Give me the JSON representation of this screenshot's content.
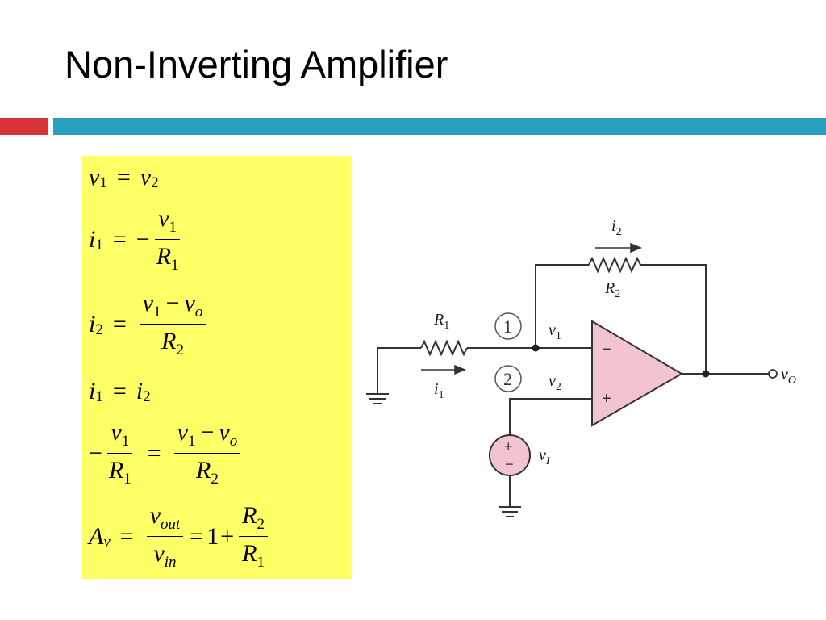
{
  "title": "Non-Inverting Amplifier",
  "colors": {
    "accent_red": "#d9333a",
    "accent_teal": "#2b9fbf",
    "equation_box": "#ffff66",
    "opamp_fill": "#f2c4d0",
    "source_fill": "#f2c4d0",
    "wire": "#333333"
  },
  "equations": {
    "eq1": {
      "lhs_var": "v",
      "lhs_sub": "1",
      "op": "=",
      "rhs_var": "v",
      "rhs_sub": "2"
    },
    "eq2": {
      "lhs_var": "i",
      "lhs_sub": "1",
      "op": "=",
      "sign": "−",
      "num_var": "v",
      "num_sub": "1",
      "den_var": "R",
      "den_sub": "1"
    },
    "eq3": {
      "lhs_var": "i",
      "lhs_sub": "2",
      "op": "=",
      "num_a_var": "v",
      "num_a_sub": "1",
      "num_minus": "−",
      "num_b_var": "v",
      "num_b_sub": "o",
      "den_var": "R",
      "den_sub": "2"
    },
    "eq4": {
      "lhs_var": "i",
      "lhs_sub": "1",
      "op": "=",
      "rhs_var": "i",
      "rhs_sub": "2"
    },
    "eq5": {
      "sign": "−",
      "l_num_var": "v",
      "l_num_sub": "1",
      "l_den_var": "R",
      "l_den_sub": "1",
      "op": "=",
      "r_num_a_var": "v",
      "r_num_a_sub": "1",
      "r_num_minus": "−",
      "r_num_b_var": "v",
      "r_num_b_sub": "o",
      "r_den_var": "R",
      "r_den_sub": "2"
    },
    "eq6": {
      "lhs_var": "A",
      "lhs_sub": "v",
      "op1": "=",
      "f1_num_var": "v",
      "f1_num_sub": "out",
      "f1_den_var": "v",
      "f1_den_sub": "in",
      "op2": "=",
      "one": "1",
      "plus": "+",
      "f2_num_var": "R",
      "f2_num_sub": "2",
      "f2_den_var": "R",
      "f2_den_sub": "1"
    }
  },
  "circuit": {
    "r1": {
      "var": "R",
      "sub": "1"
    },
    "r2": {
      "var": "R",
      "sub": "2"
    },
    "i1": {
      "var": "i",
      "sub": "1"
    },
    "i2": {
      "var": "i",
      "sub": "2"
    },
    "node1": "1",
    "node2": "2",
    "v1": {
      "var": "v",
      "sub": "1"
    },
    "v2": {
      "var": "v",
      "sub": "2"
    },
    "vo": {
      "var": "v",
      "sub": "O"
    },
    "vi": {
      "var": "v",
      "sub": "I"
    },
    "minus_sign": "−",
    "plus_sign": "+",
    "src_plus": "+",
    "src_minus": "−"
  }
}
